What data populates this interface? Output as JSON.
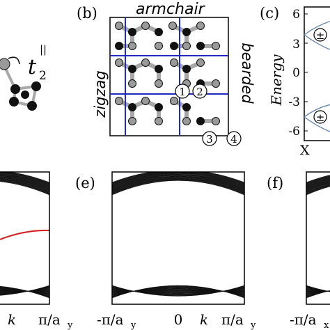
{
  "panels": {
    "b": {
      "label": "(b)",
      "top_title": "armchair",
      "left_title": "zigzag",
      "right_title": "bearded",
      "markers": [
        "1",
        "2",
        "3",
        "4"
      ]
    },
    "c": {
      "label": "(c)",
      "y_title": "Energy",
      "y_ticks": [
        "6",
        "3",
        "0",
        "-3",
        "-6"
      ],
      "x_tick": "X",
      "pm_symbol": "±"
    },
    "a_fragment": {
      "hopping_base": "t",
      "hopping_sub": "2",
      "hopping_sup": "||"
    },
    "d": {
      "x_tick_k": "k",
      "x_tick_right_main": "π/a",
      "x_tick_right_sub": "y"
    },
    "e": {
      "label": "(e)",
      "x_tick_left_main": "-π/a",
      "x_tick_left_sub": "y",
      "x_tick_zero": "0",
      "x_tick_k": "k",
      "x_tick_right_main": "π/a",
      "x_tick_right_sub": "y"
    },
    "f": {
      "label": "(f)",
      "x_tick_left_main": "-π/a",
      "x_tick_left_sub": "x"
    }
  },
  "colors": {
    "frame": "#000000",
    "grid_blue": "#1f2bbf",
    "atom_gray": "#9a9a9a",
    "atom_black": "#111111",
    "bond_gray": "#a8a8a8",
    "edge_red": "#d7191c",
    "band_blue": "#5b7fb0"
  }
}
